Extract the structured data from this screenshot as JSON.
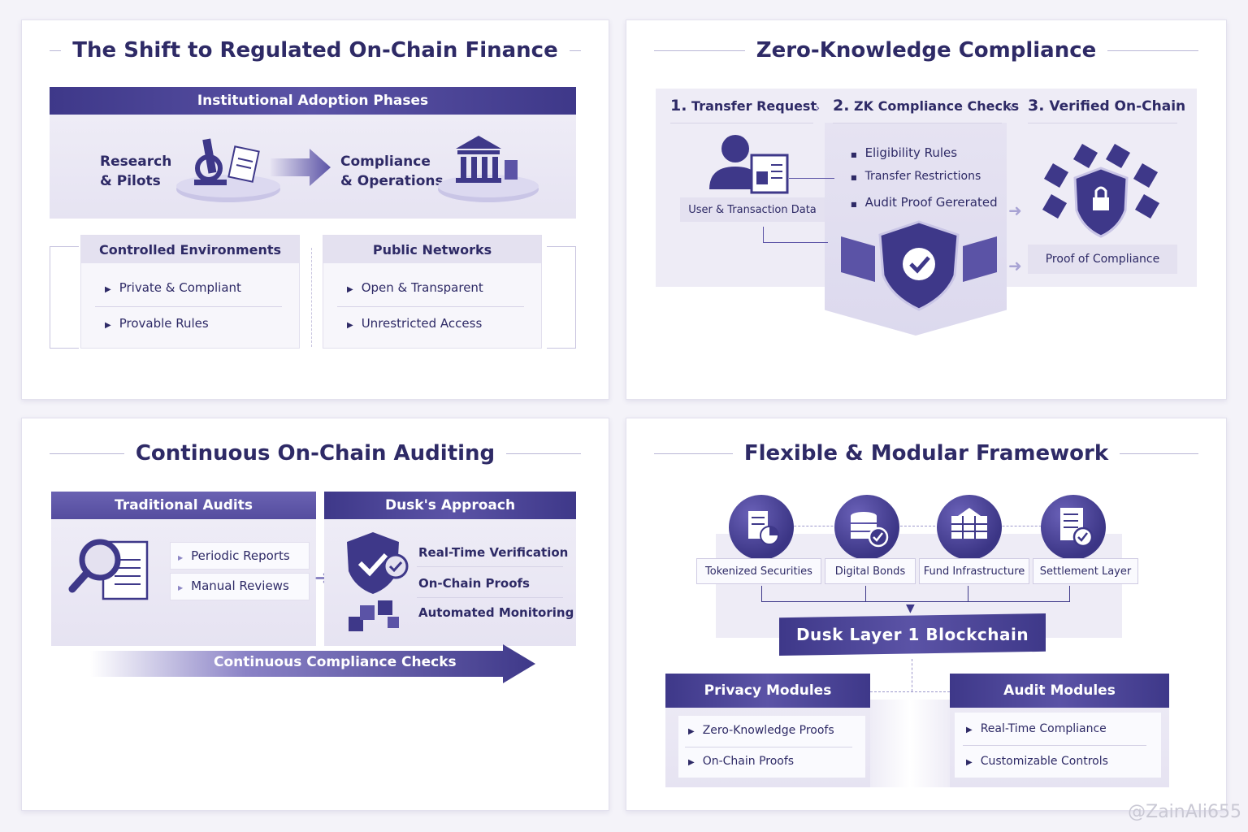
{
  "panel1": {
    "title": "The Shift to Regulated On-Chain Finance",
    "phases_bar": "Institutional Adoption Phases",
    "phase1_line1": "Research",
    "phase1_line2": "& Pilots",
    "phase2_line1": "Compliance",
    "phase2_line2": "& Operations",
    "controlled": {
      "title": "Controlled Environments",
      "items": [
        "Private & Compliant",
        "Provable Rules"
      ]
    },
    "public": {
      "title": "Public Networks",
      "items": [
        "Open & Transparent",
        "Unrestricted Access"
      ]
    }
  },
  "panel2": {
    "title": "Zero-Knowledge Compliance",
    "steps": [
      {
        "num": "1.",
        "label": "Transfer Request"
      },
      {
        "num": "2.",
        "label": "ZK Compliance Checks"
      },
      {
        "num": "3.",
        "label": "Verified On-Chain"
      }
    ],
    "user_data_label": "User & Transaction Data",
    "checks": [
      "Eligibility Rules",
      "Transfer Restrictions",
      "Audit Proof Gererated"
    ],
    "proof_label": "Proof of Compliance"
  },
  "panel3": {
    "title": "Continuous On-Chain Auditing",
    "traditional": {
      "title": "Traditional Audits",
      "items": [
        "Periodic Reports",
        "Manual Reviews"
      ]
    },
    "dusk": {
      "title": "Dusk's Approach",
      "items": [
        "Real-Time Verification",
        "On-Chain Proofs",
        "Automated Monitoring"
      ]
    },
    "arrow_label": "Continuous Compliance Checks"
  },
  "panel4": {
    "title": "Flexible & Modular Framework",
    "assets": [
      "Tokenized Securities",
      "Digital Bonds",
      "Fund Infrastructure",
      "Settlement Layer"
    ],
    "blockchain_label": "Dusk Layer 1 Blockchain",
    "privacy": {
      "title": "Privacy Modules",
      "items": [
        "Zero-Knowledge Proofs",
        "On-Chain Proofs"
      ]
    },
    "audit": {
      "title": "Audit Modules",
      "items": [
        "Real-Time Compliance",
        "Customizable Controls"
      ]
    }
  },
  "watermark": "@ZainAli655",
  "colors": {
    "primary": "#3e3889",
    "accent": "#5b53a6",
    "soft": "#eeecf6",
    "text": "#2e2a66"
  }
}
